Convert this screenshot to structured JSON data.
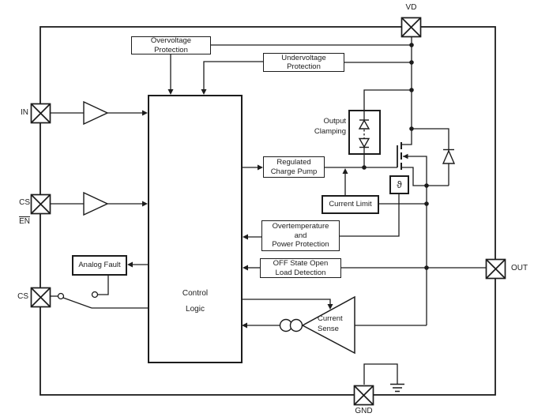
{
  "diagram": {
    "background": "#ffffff",
    "line_color": "#1c1c1c",
    "pins": {
      "vd": "VD",
      "in": "IN",
      "cs_en_top": "CS",
      "cs_en_bottom": "EN",
      "cs": "CS",
      "out": "OUT",
      "gnd": "GND"
    },
    "blocks": {
      "overvoltage_protection": "Overvoltage\nProtection",
      "undervoltage_protection": "Undervoltage\nProtection",
      "control_logic": "Control\nLogic",
      "regulated_charge_pump": "Regulated\nCharge Pump",
      "current_limit": "Current Limit",
      "overtemperature": "Overtemperature\nand\nPower Protection",
      "off_state_open_load": "OFF State Open\nLoad Detection",
      "analog_fault": "Analog Fault",
      "temperature_sensor": "ϑ",
      "output_clamping": "Output\nClamping",
      "current_sense": "Current\nSense"
    }
  }
}
